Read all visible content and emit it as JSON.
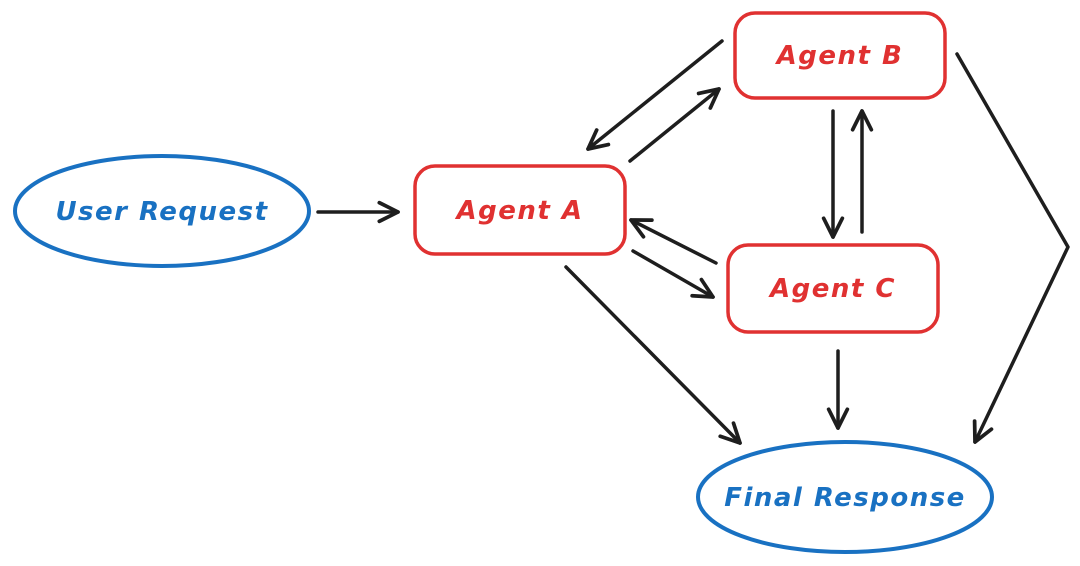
{
  "diagram": {
    "description": "Hand-drawn multi-agent orchestration flow diagram",
    "nodes": {
      "user_request": {
        "label": "User Request",
        "shape": "ellipse",
        "color": "#1971c2"
      },
      "agent_a": {
        "label": "Agent A",
        "shape": "rounded-rect",
        "color": "#e03131"
      },
      "agent_b": {
        "label": "Agent B",
        "shape": "rounded-rect",
        "color": "#e03131"
      },
      "agent_c": {
        "label": "Agent C",
        "shape": "rounded-rect",
        "color": "#e03131"
      },
      "final_response": {
        "label": "Final Response",
        "shape": "ellipse",
        "color": "#1971c2"
      }
    },
    "edges": [
      {
        "from": "user_request",
        "to": "agent_a"
      },
      {
        "from": "agent_b",
        "to": "agent_a"
      },
      {
        "from": "agent_a",
        "to": "agent_b"
      },
      {
        "from": "agent_b",
        "to": "agent_c"
      },
      {
        "from": "agent_c",
        "to": "agent_b"
      },
      {
        "from": "agent_c",
        "to": "agent_a"
      },
      {
        "from": "agent_a",
        "to": "agent_c"
      },
      {
        "from": "agent_a",
        "to": "final_response"
      },
      {
        "from": "agent_c",
        "to": "final_response"
      },
      {
        "from": "agent_b",
        "to": "final_response"
      }
    ],
    "colors": {
      "arrow": "#1e1e1e",
      "blue_node": "#1971c2",
      "red_node": "#e03131",
      "background": "#ffffff"
    }
  }
}
